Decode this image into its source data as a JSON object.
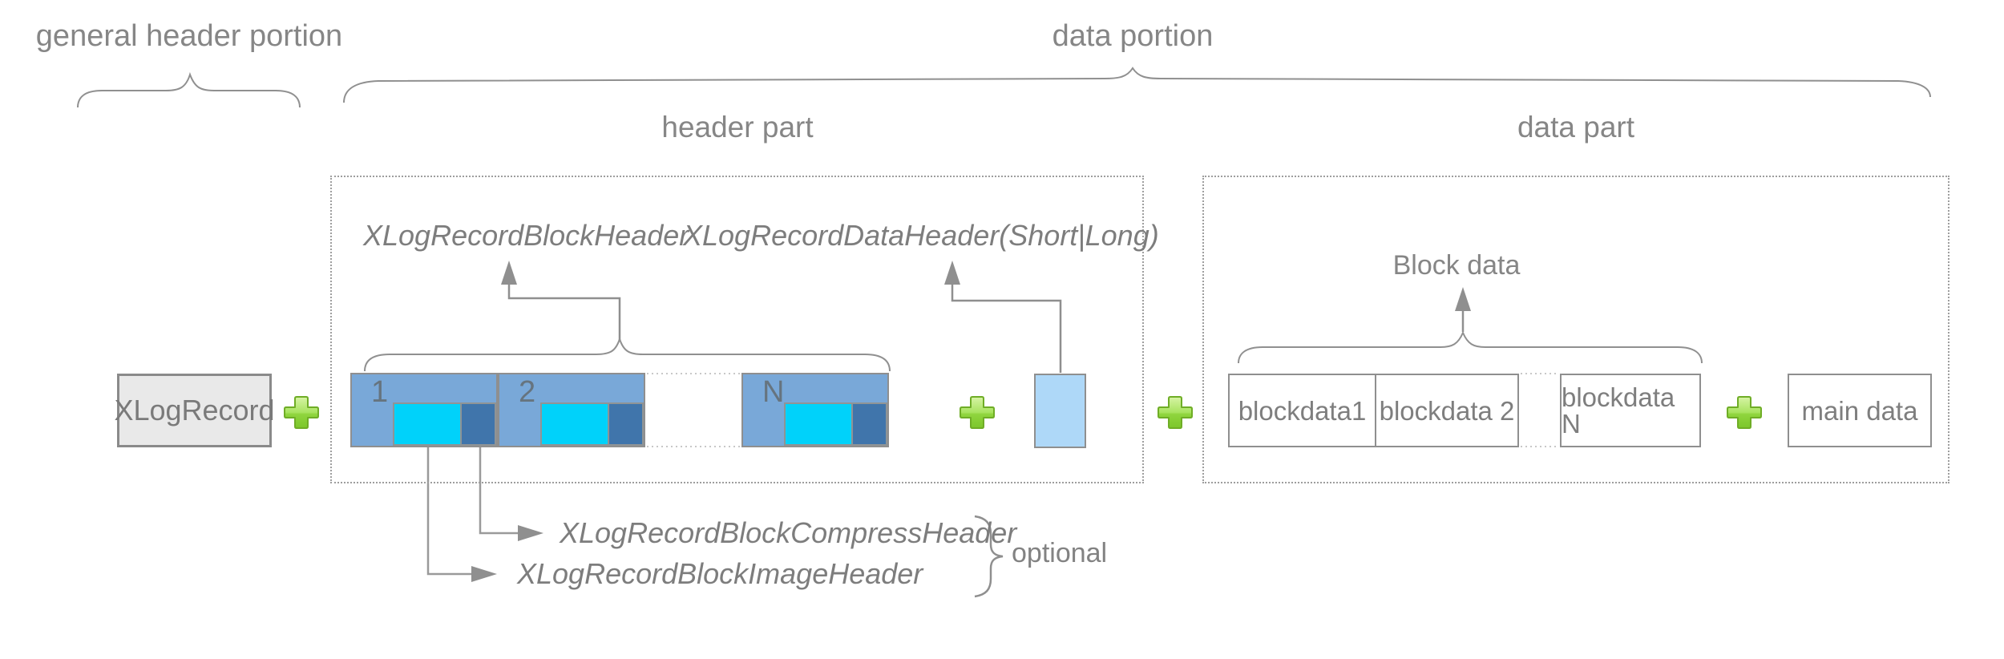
{
  "diagram": {
    "general_header_portion_label": "general header portion",
    "data_portion_label": "data portion",
    "header_part_label": "header part",
    "data_part_label": "data part",
    "xlog_record_box_label": "XLogRecord",
    "block_header_label": "XLogRecordBlockHeader",
    "data_header_label": "XLogRecordDataHeader(Short|Long)",
    "header_blocks": [
      {
        "number": "1"
      },
      {
        "number": "2"
      },
      {
        "number": "N"
      }
    ],
    "block_data_label": "Block data",
    "data_blocks": [
      {
        "label": "blockdata1"
      },
      {
        "label": "blockdata 2"
      },
      {
        "label": "blockdata N"
      }
    ],
    "main_data_box_label": "main data",
    "compress_header_label": "XLogRecordBlockCompressHeader",
    "image_header_label": "XLogRecordBlockImageHeader",
    "optional_label": "optional"
  },
  "colors": {
    "label_gray": "#868686",
    "line_gray": "#8f8f8f",
    "block_blue": "#79a8d8",
    "cyan": "#00d2fa",
    "dark_blue": "#4075ab",
    "light_blue": "#aed8f8",
    "box_gray_fill": "#e9e9e9",
    "plus_green": "#8ed23f",
    "plus_green_light": "#d7f4a5",
    "plus_border_green": "#6fad26"
  }
}
